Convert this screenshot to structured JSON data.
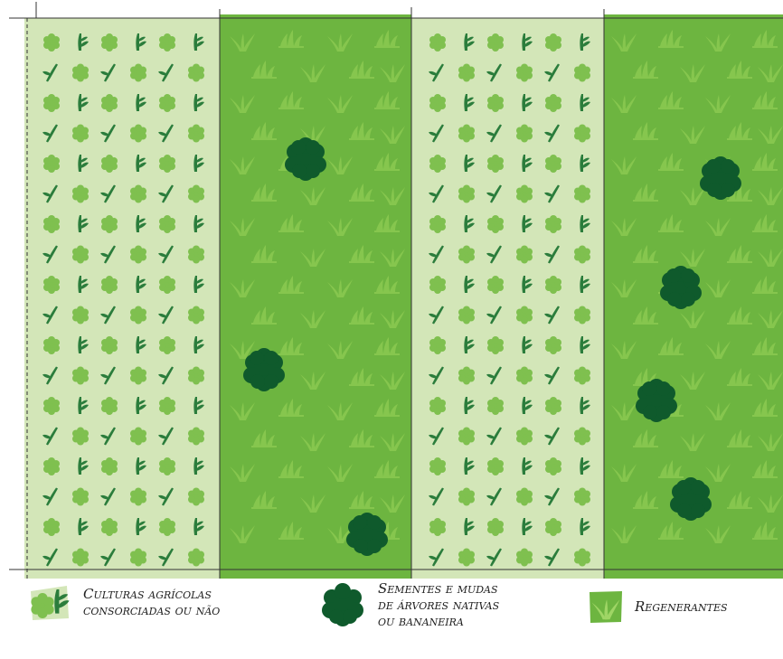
{
  "legend": {
    "crops": {
      "label": "Culturas agrícolas\nconsorciadas ou não",
      "icon": "crop-seedlings-icon"
    },
    "trees": {
      "label": "Sementes e mudas\nde árvores nativas\nou bananeira",
      "icon": "tree-canopy-icon"
    },
    "regen": {
      "label": "Regenerantes",
      "icon": "regenerating-plants-icon"
    }
  },
  "colors": {
    "crop_strip": "#d3e6b8",
    "regen_strip": "#6db540",
    "regen_plant": "#86c64e",
    "crop_leaf": "#2b7d3c",
    "crop_round": "#7fc04f",
    "tree": "#0f5a2c",
    "outline": "#333333"
  }
}
